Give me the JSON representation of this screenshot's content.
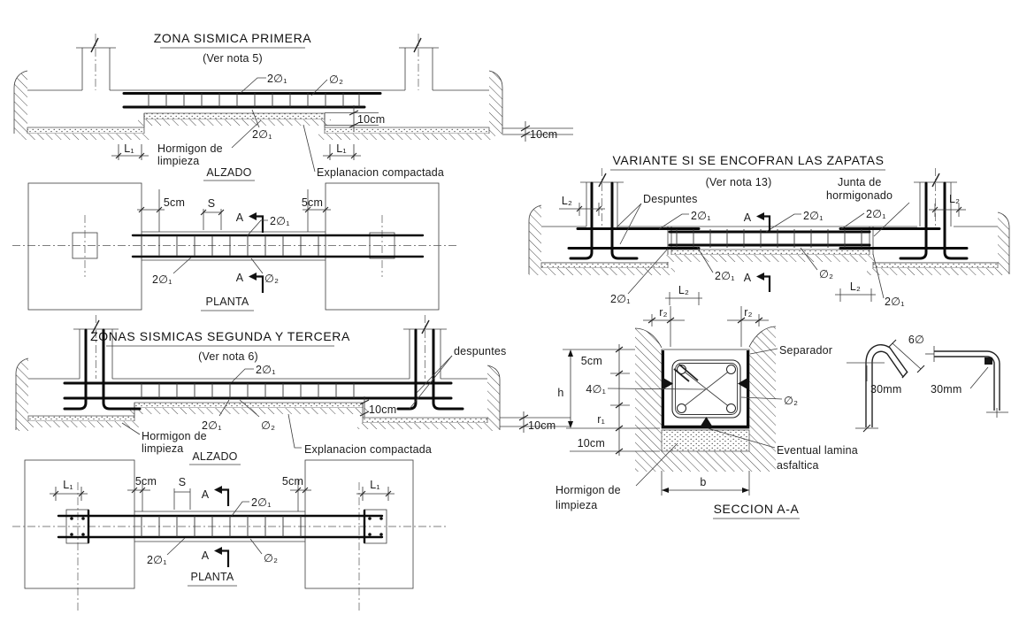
{
  "zona1": {
    "title": "ZONA SISMICA PRIMERA",
    "note": "(Ver nota 5)",
    "alzado": "ALZADO",
    "planta": "PLANTA"
  },
  "zona23": {
    "title": "ZONAS SISMICAS SEGUNDA Y TERCERA",
    "note": "(Ver nota 6)",
    "despuntes": "despuntes",
    "alzado": "ALZADO",
    "planta": "PLANTA"
  },
  "variante": {
    "title": "VARIANTE SI SE ENCOFRAN LAS ZAPATAS",
    "note": "(Ver nota 13)",
    "despuntes": "Despuntes",
    "junta1": "Junta de",
    "junta2": "hormigonado"
  },
  "seccion": {
    "title": "SECCION A-A",
    "separador": "Separador",
    "lamina1": "Eventual lamina",
    "lamina2": "asfaltica"
  },
  "labels": {
    "hormigon1": "Hormigon de",
    "hormigon2": "limpieza",
    "explanacion": "Explanacion compactada"
  },
  "rebar": {
    "two_phi1": "2∅₁",
    "four_phi1": "4∅₁",
    "phi2": "∅₂",
    "six_phi": "6∅"
  },
  "dims": {
    "L1": "L₁",
    "L2": "L₂",
    "r1": "r₁",
    "r2": "r₂",
    "cm5": "5cm",
    "cm10": "10cm",
    "mm30": "30mm",
    "S": "S",
    "h": "h",
    "b": "b"
  },
  "marks": {
    "section": "A"
  }
}
